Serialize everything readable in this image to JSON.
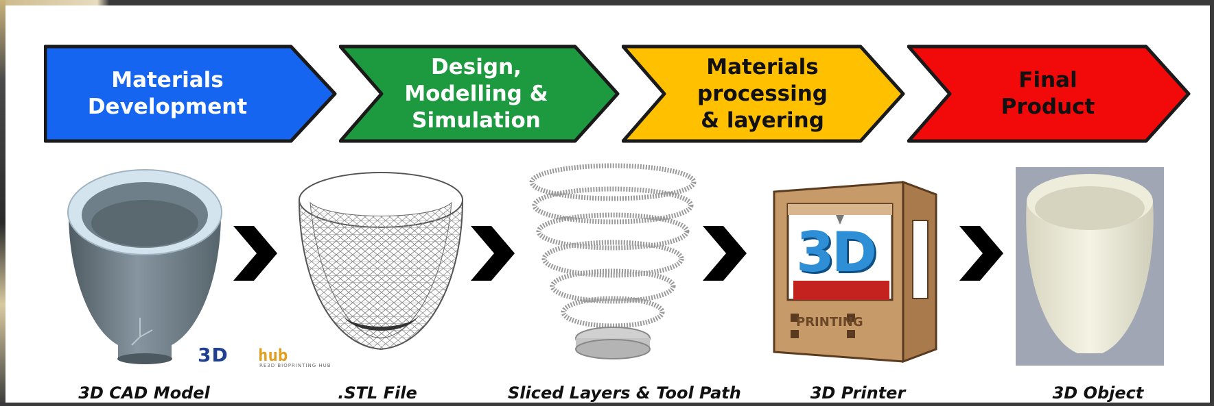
{
  "stages": [
    {
      "label": "Materials\nDevelopment",
      "color": "#1565f0",
      "text_color": "#ffffff"
    },
    {
      "label": "Design,\nModelling &\nSimulation",
      "color": "#1d9a3f",
      "text_color": "#ffffff"
    },
    {
      "label": "Materials\nprocessing\n& layering",
      "color": "#ffc000",
      "text_color": "#111111"
    },
    {
      "label": "Final\nProduct",
      "color": "#f20a0a",
      "text_color": "#111111"
    }
  ],
  "steps": [
    {
      "caption": "3D CAD Model"
    },
    {
      "caption": ".STL File"
    },
    {
      "caption": "Sliced Layers & Tool Path"
    },
    {
      "caption": "3D Printer"
    },
    {
      "caption": "3D Object"
    }
  ],
  "printer": {
    "badge": "3D",
    "panel_text": "PRINTING"
  },
  "watermark": {
    "mark": "3D",
    "word": "hub",
    "tagline": "RE3D BIOPRINTING HUB"
  },
  "colors": {
    "outline": "#1a1a1a",
    "chevron": "#000000",
    "cad_body": "#6f7f88",
    "cad_rim": "#cfe0ea",
    "object": "#efeedd",
    "printer_wood": "#c79a6a"
  }
}
